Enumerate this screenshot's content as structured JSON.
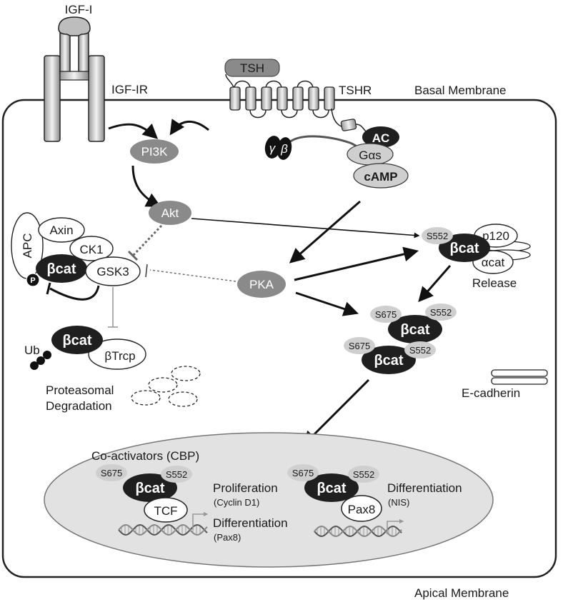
{
  "labels": {
    "igf1": "IGF-I",
    "igf1r": "IGF-IR",
    "tsh": "TSH",
    "tshr": "TSHR",
    "basal_membrane": "Basal Membrane",
    "apical_membrane": "Apical Membrane",
    "e_cadherin": "E-cadherin",
    "pi3k": "PI3K",
    "akt": "Akt",
    "pka": "PKA",
    "ac": "AC",
    "gas": "Gαs",
    "camp": "cAMP",
    "gamma": "γ",
    "beta": "β",
    "apc": "APC",
    "axin": "Axin",
    "ck1": "CK1",
    "gsk3": "GSK3",
    "bcat": "βcat",
    "p": "P",
    "ub": "Ub",
    "btrcp": "βTrcp",
    "proteasomal": "Proteasomal",
    "degradation": "Degradation",
    "p120": "p120",
    "acat": "αcat",
    "release": "Release",
    "s552": "S552",
    "s675": "S675",
    "coactivators": "Co-activators (CBP)",
    "tcf": "TCF",
    "pax8": "Pax8",
    "proliferation": "Proliferation",
    "cyclin_d1": "(Cyclin D1)",
    "differentiation": "Differentiation",
    "pax8_paren": "(Pax8)",
    "nis_paren": "(NIS)"
  },
  "colors": {
    "dark": "#1f1f1f",
    "mid_grey": "#8a8a8a",
    "light_grey": "#cfcfcf",
    "nucleus": "#e2e2e2"
  }
}
